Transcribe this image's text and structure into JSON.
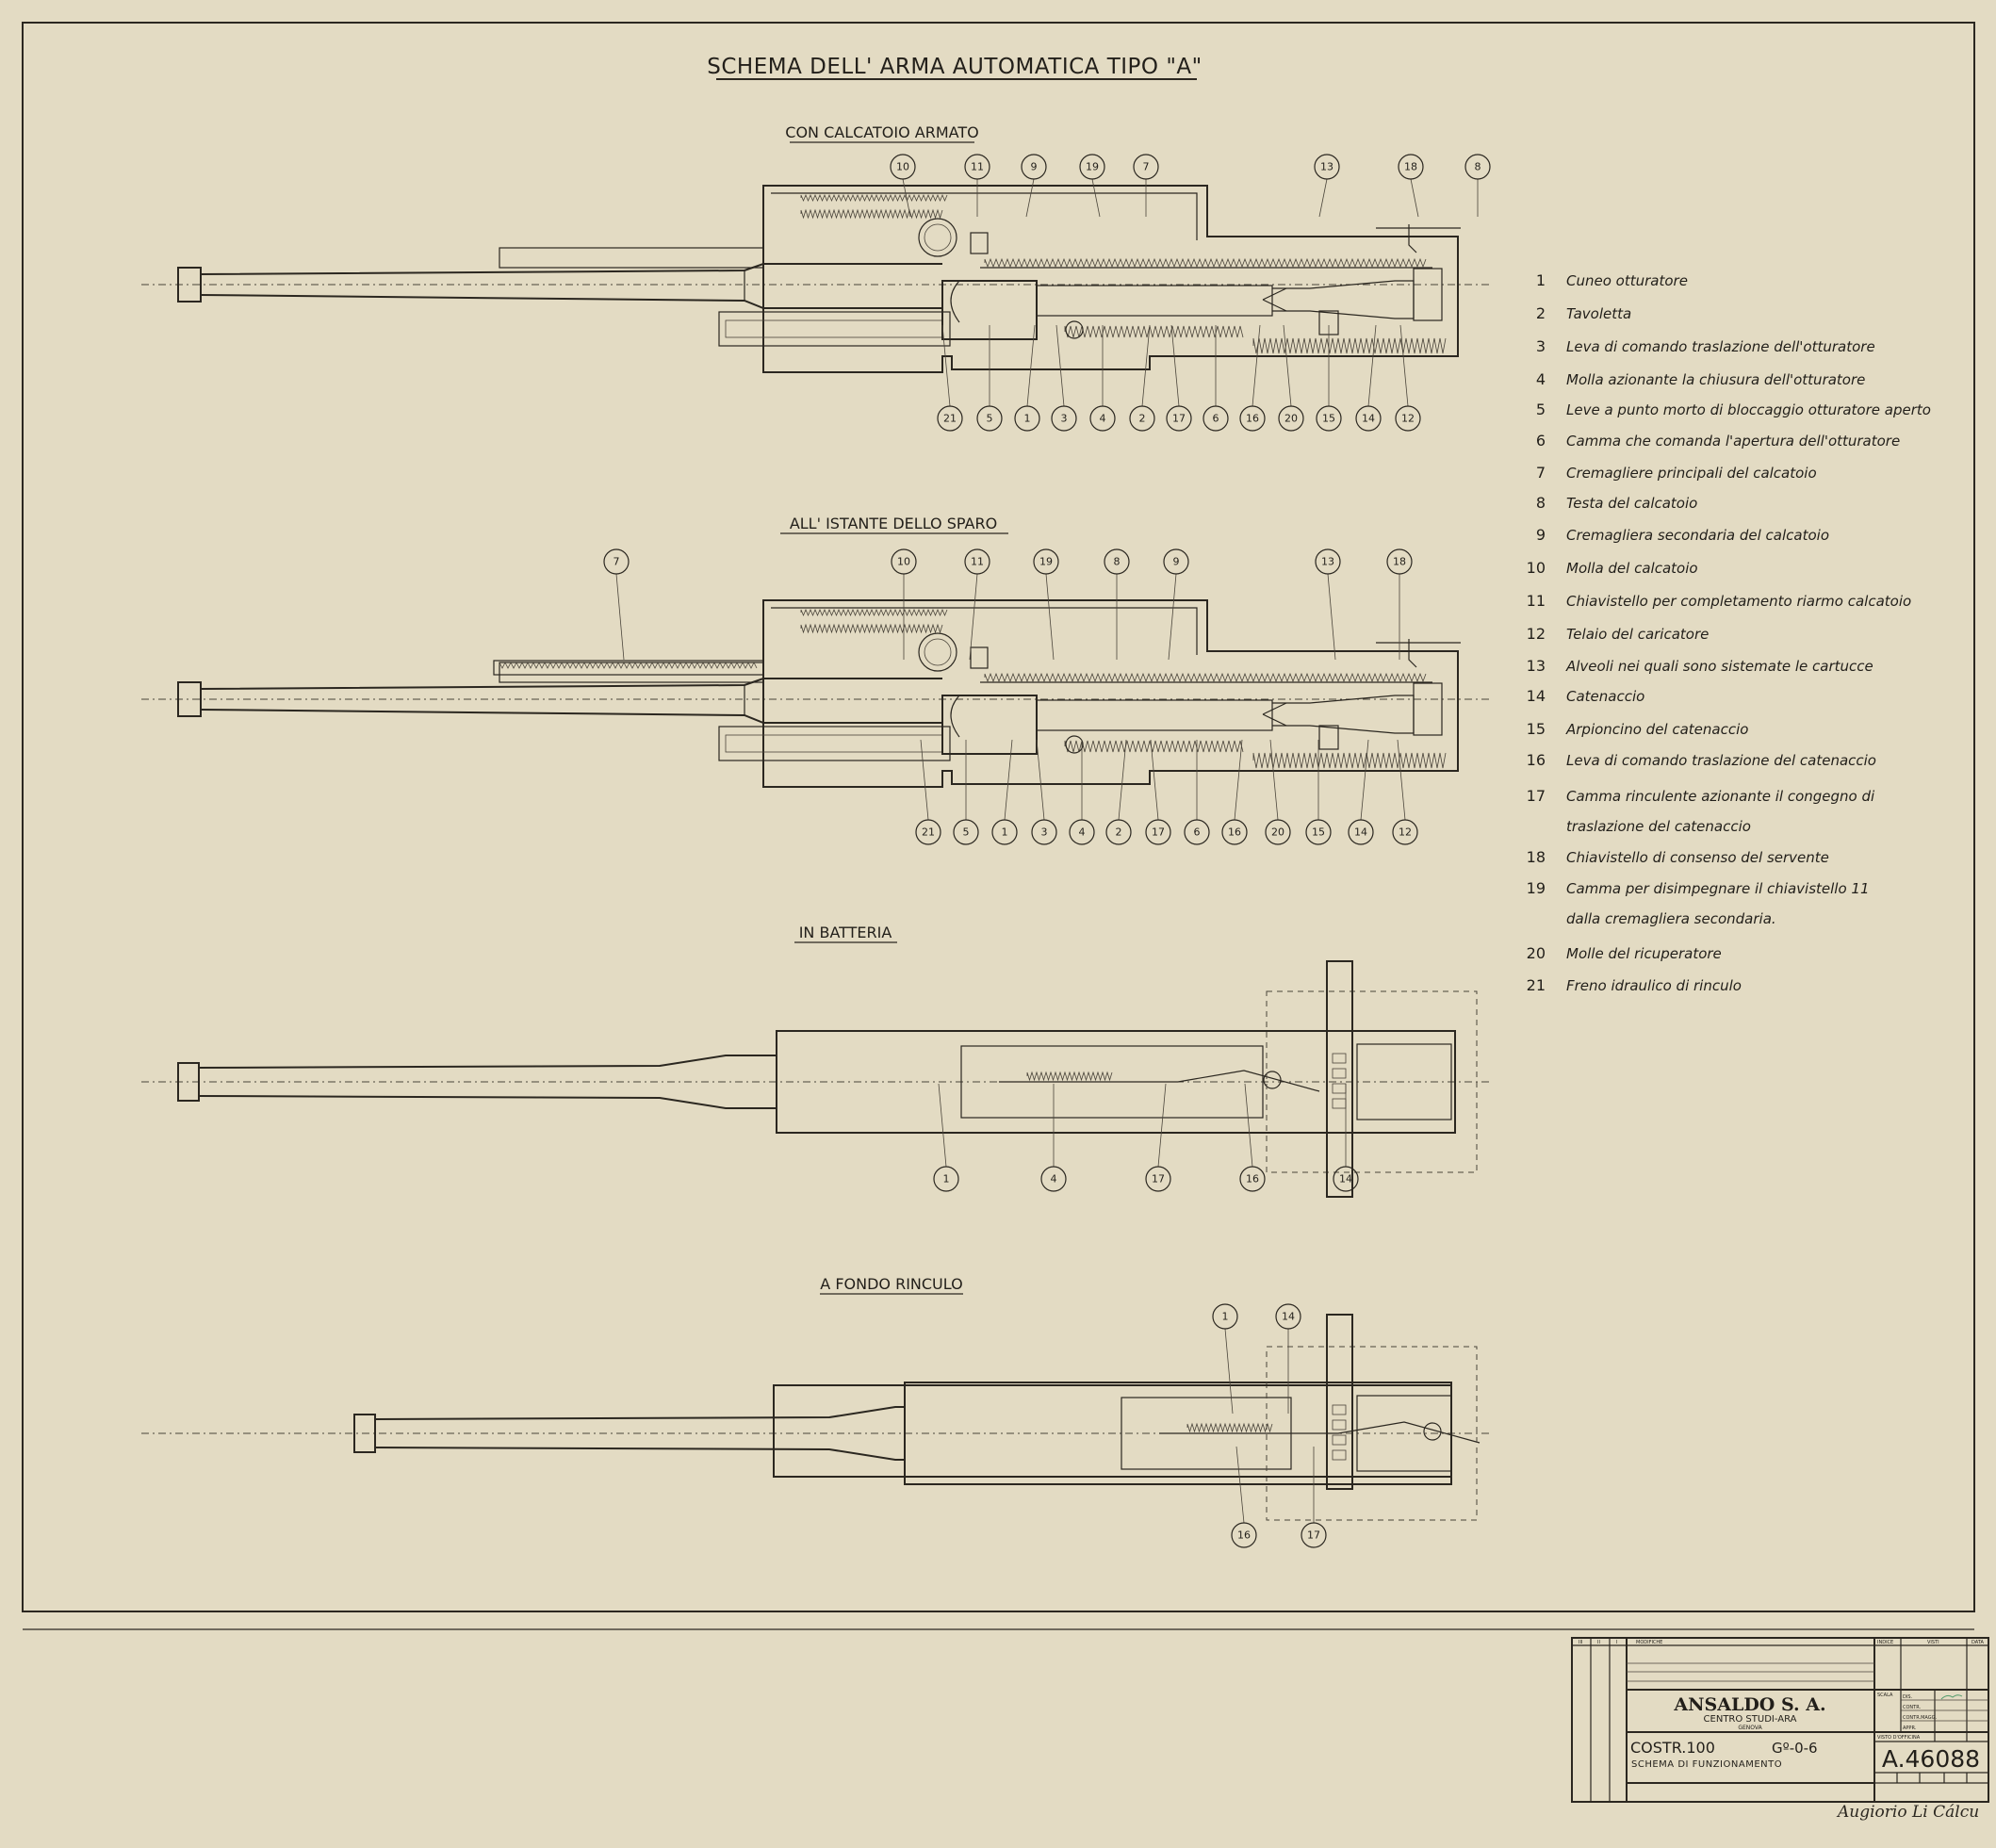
{
  "title": "SCHEMA DELL' ARMA AUTOMATICA TIPO \"A\"",
  "views": [
    {
      "label": "CON CALCATOIO ARMATO",
      "top_callouts": [
        "10",
        "11",
        "9",
        "19",
        "7",
        "13",
        "18",
        "8"
      ],
      "bottom_callouts": [
        "21",
        "5",
        "1",
        "3",
        "4",
        "2",
        "17",
        "6",
        "16",
        "20",
        "15",
        "14",
        "12"
      ]
    },
    {
      "label": "ALL' ISTANTE DELLO SPARO",
      "top_callouts": [
        "7",
        "10",
        "11",
        "19",
        "8",
        "9",
        "13",
        "18"
      ],
      "bottom_callouts": [
        "21",
        "5",
        "1",
        "3",
        "4",
        "2",
        "17",
        "6",
        "16",
        "20",
        "15",
        "14",
        "12"
      ]
    },
    {
      "label": "IN BATTERIA",
      "top_callouts": [],
      "bottom_callouts": [
        "1",
        "4",
        "17",
        "16",
        "14"
      ]
    },
    {
      "label": "A FONDO RINCULO",
      "top_callouts": [
        "1",
        "14"
      ],
      "bottom_callouts": [
        "16",
        "17"
      ]
    }
  ],
  "legend": [
    {
      "num": "1",
      "lines": [
        "Cuneo otturatore"
      ]
    },
    {
      "num": "2",
      "lines": [
        "Tavoletta"
      ]
    },
    {
      "num": "3",
      "lines": [
        "Leva di comando traslazione dell'otturatore"
      ]
    },
    {
      "num": "4",
      "lines": [
        "Molla azionante la chiusura dell'otturatore"
      ]
    },
    {
      "num": "5",
      "lines": [
        "Leve a punto morto di bloccaggio otturatore aperto"
      ]
    },
    {
      "num": "6",
      "lines": [
        "Camma che comanda l'apertura dell'otturatore"
      ]
    },
    {
      "num": "7",
      "lines": [
        "Cremagliere principali del calcatoio"
      ]
    },
    {
      "num": "8",
      "lines": [
        "Testa del calcatoio"
      ]
    },
    {
      "num": "9",
      "lines": [
        "Cremagliera secondaria del calcatoio"
      ]
    },
    {
      "num": "10",
      "lines": [
        "Molla del calcatoio"
      ]
    },
    {
      "num": "11",
      "lines": [
        "Chiavistello per completamento riarmo calcatoio"
      ]
    },
    {
      "num": "12",
      "lines": [
        "Telaio del caricatore"
      ]
    },
    {
      "num": "13",
      "lines": [
        "Alveoli nei quali sono sistemate le cartucce"
      ]
    },
    {
      "num": "14",
      "lines": [
        "Catenaccio"
      ]
    },
    {
      "num": "15",
      "lines": [
        "Arpioncino del catenaccio"
      ]
    },
    {
      "num": "16",
      "lines": [
        "Leva di comando traslazione del catenaccio"
      ]
    },
    {
      "num": "17",
      "lines": [
        "Camma rinculente azionante il congegno di",
        "traslazione del catenaccio"
      ]
    },
    {
      "num": "18",
      "lines": [
        "Chiavistello di consenso del servente"
      ]
    },
    {
      "num": "19",
      "lines": [
        "Camma per disimpegnare il chiavistello 11",
        "dalla cremagliera secondaria."
      ]
    },
    {
      "num": "20",
      "lines": [
        "Molle del ricuperatore"
      ]
    },
    {
      "num": "21",
      "lines": [
        "Freno idraulico di rinculo"
      ]
    }
  ],
  "title_block": {
    "header_cols": [
      "III",
      "II",
      "I",
      "MODIFICHE",
      "INDICE",
      "VISTI",
      "DATA"
    ],
    "company": "ANSALDO S. A.",
    "department": "CENTRO STUDI-ARA",
    "city": "GENOVA",
    "scale_label": "SCALA",
    "roles": [
      "DIS.",
      "CONTR.",
      "CONTR.MAGG.",
      "APPR."
    ],
    "workshop_label": "VISTO D'OFFICINA",
    "project": "COSTR.100",
    "group": "Gº-0-6",
    "subject": "SCHEMA DI FUNZIONAMENTO",
    "drawing_number": "A.46088",
    "signature": "Augiorio  Li Cálcu"
  }
}
